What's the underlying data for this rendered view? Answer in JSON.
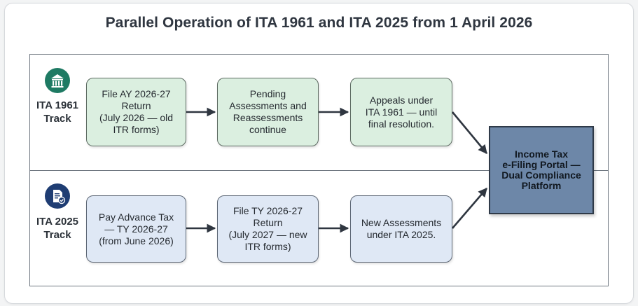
{
  "title": "Parallel Operation of ITA 1961 and ITA 2025 from 1 April 2026",
  "tracks": [
    {
      "label": "ITA 1961\nTrack",
      "icon": "bank-building-icon",
      "icon_color": "#1e7a63",
      "steps": [
        "File AY 2026-27\nReturn\n(July 2026 — old\nITR forms)",
        "Pending\nAssessments and\nReassessments\ncontinue",
        "Appeals under\nITA 1961 — until\nfinal resolution."
      ]
    },
    {
      "label": "ITA 2025\nTrack",
      "icon": "document-check-icon",
      "icon_color": "#1f3d73",
      "steps": [
        "Pay Advance Tax\n— TY 2026-27\n(from June 2026)",
        "File TY 2026-27\nReturn\n(July 2027 — new\nITR forms)",
        "New Assessments\nunder ITA 2025."
      ]
    }
  ],
  "portal": "Income Tax\ne-Filing Portal —\nDual Compliance\nPlatform",
  "colors": {
    "track1_box": "#dbefe0",
    "track2_box": "#dfe8f5",
    "portal_fill": "#6d87a8",
    "arrow": "#2f3640"
  }
}
